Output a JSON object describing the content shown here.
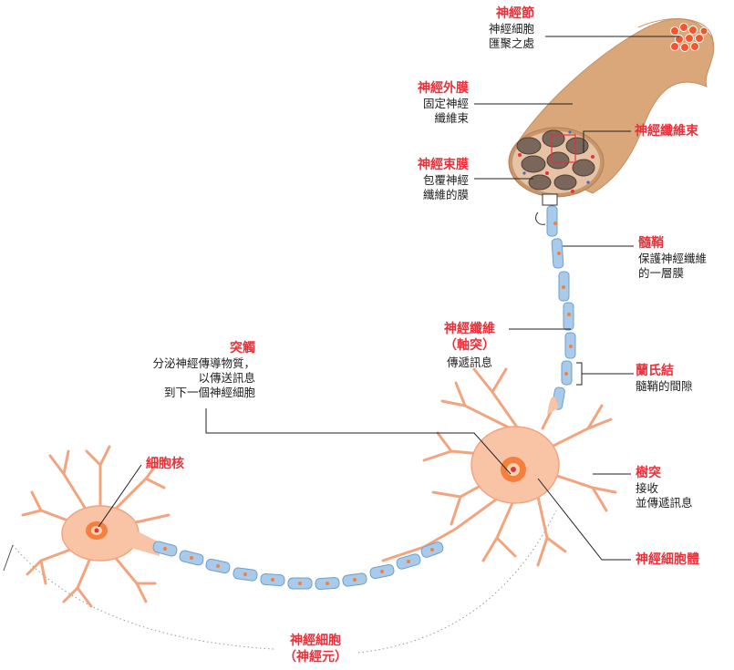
{
  "colors": {
    "label_red": "#e8313a",
    "neuron_fill": "#f9c3a5",
    "neuron_stroke": "#f2a47f",
    "nucleus": "#f57f3c",
    "myelin": "#a9cbe9",
    "myelin_stroke": "#6e9fd0",
    "nerve_outer": "#d9a779",
    "nerve_dark": "#8a7466"
  },
  "labels": {
    "ganglion": {
      "title": "神經節",
      "desc": [
        "神經細胞",
        "匯聚之處"
      ]
    },
    "epineurium": {
      "title": "神經外膜",
      "desc": [
        "固定神經",
        "纖維束"
      ]
    },
    "fascicle": {
      "title": "神經纖維束",
      "desc": []
    },
    "perineurium": {
      "title": "神經束膜",
      "desc": [
        "包覆神經",
        "纖維的膜"
      ]
    },
    "myelin": {
      "title": "髓鞘",
      "desc": [
        "保護神經纖維",
        "的一層膜"
      ]
    },
    "axon": {
      "title": "神經纖維",
      "title2": "（軸突）",
      "desc": [
        "傳遞訊息"
      ]
    },
    "ranvier": {
      "title": "蘭氏結",
      "desc": [
        "髓鞘的間隙"
      ]
    },
    "synapse": {
      "title": "突觸",
      "desc": [
        "分泌神經傳導物質，",
        "以傳送訊息",
        "到下一個神經細胞"
      ]
    },
    "nucleus": {
      "title": "細胞核",
      "desc": []
    },
    "dendrite": {
      "title": "樹突",
      "desc": [
        "接收",
        "並傳遞訊息"
      ]
    },
    "soma": {
      "title": "神經細胞體",
      "desc": []
    },
    "neuron": {
      "title": "神經細胞",
      "title2": "（神經元）",
      "desc": []
    }
  }
}
